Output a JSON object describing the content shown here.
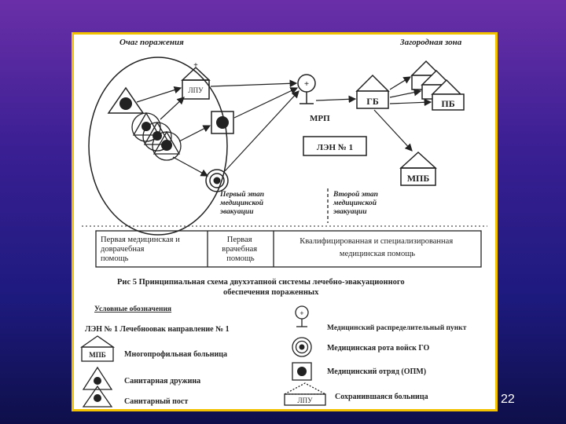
{
  "diagram": {
    "labels": {
      "focus_zone": "Очаг поражения",
      "suburban_zone": "Загородная зона",
      "lpu": "ЛПУ",
      "gb": "ГБ",
      "pb": "ПБ",
      "mrp": "МРП",
      "len": "ЛЭН № 1",
      "mpb": "МПБ"
    },
    "stage1": [
      "Первый этап",
      "медицинской",
      "эвакуации"
    ],
    "stage2": [
      "Второй этап",
      "медицинской",
      "эвакуации"
    ],
    "table": {
      "cell1": [
        "Первая медицинская и",
        "доврачебная",
        "помощь"
      ],
      "cell2": [
        "Первая",
        "врачебная",
        "помощь"
      ],
      "cell3": [
        "Квалифицированная и специализированная",
        "медицинская помощь"
      ]
    },
    "caption": [
      "Рис 5 Принципиальная схема двухэтапной системы лечебно-эвакуационного",
      "обеспечения пораженных"
    ],
    "legend": {
      "title": "Условные обозначения",
      "len_line": "ЛЭН № 1 Лечебноовак направление № 1",
      "mpb_text": "Многопрофильная больница",
      "sd_text": "Санитарная дружина",
      "sp_text": "Санитарный пост",
      "mrp_text": "Медицинский распределительный пункт",
      "mr_text": "Медицинская рота войск ГО",
      "mo_text": "Медицинский отряд (ОПМ)",
      "hospital_text": "Сохранившаяся больница"
    }
  },
  "page_number": "22"
}
